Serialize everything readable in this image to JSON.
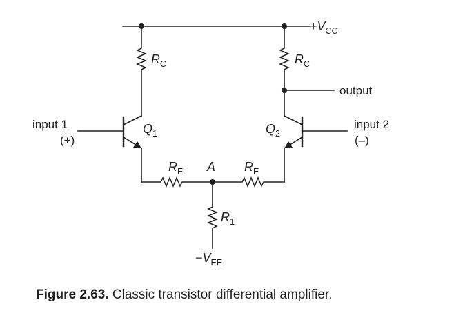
{
  "labels": {
    "vcc": {
      "sign": "+",
      "main": "V",
      "sub": "CC"
    },
    "vee": {
      "sign": "−",
      "main": "V",
      "sub": "EE"
    },
    "rc_left": {
      "main": "R",
      "sub": "C"
    },
    "rc_right": {
      "main": "R",
      "sub": "C"
    },
    "re_left": {
      "main": "R",
      "sub": "E"
    },
    "re_right": {
      "main": "R",
      "sub": "E"
    },
    "r1": {
      "main": "R",
      "sub": "1"
    },
    "q1": {
      "main": "Q",
      "sub": "1"
    },
    "q2": {
      "main": "Q",
      "sub": "2"
    },
    "node_a": "A",
    "output": "output",
    "input1": "input 1",
    "input1_sign": "(+)",
    "input2": "input 2",
    "input2_sign": "(–)"
  },
  "caption": {
    "number": "Figure 2.63.",
    "text": "Classic transistor differential amplifier."
  },
  "colors": {
    "ink": "#231f20",
    "background": "#ffffff"
  }
}
